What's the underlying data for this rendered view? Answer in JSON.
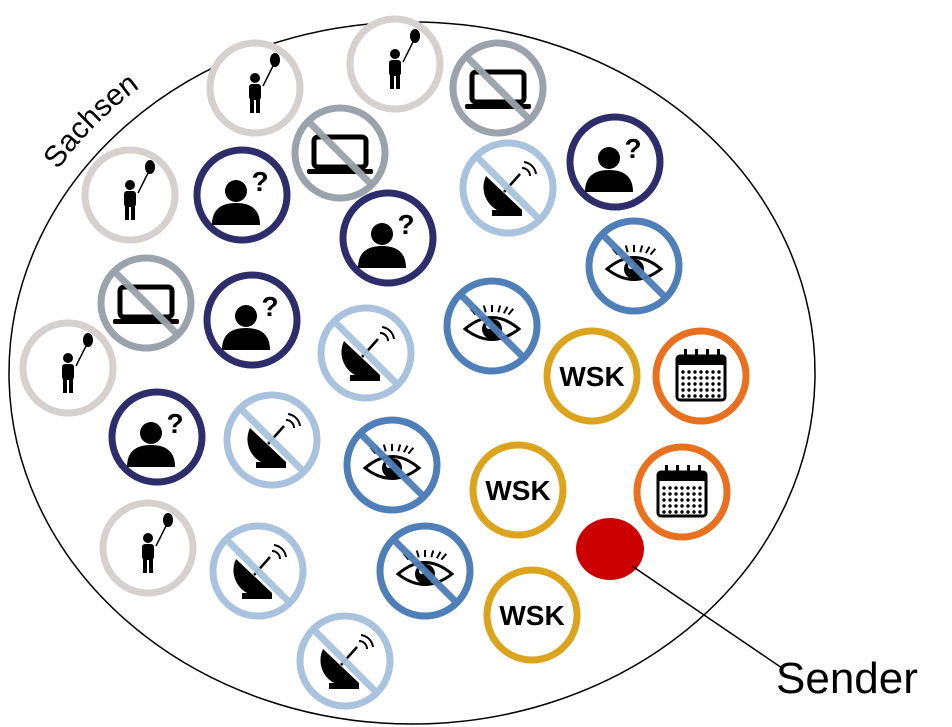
{
  "region_label": "Sachsen",
  "sender_label": "Sender",
  "wsk_text": "WSK",
  "icons": [
    {
      "type": "child-balloon"
    },
    {
      "type": "child-balloon"
    },
    {
      "type": "no-tv"
    },
    {
      "type": "child-balloon"
    },
    {
      "type": "unknown-person"
    },
    {
      "type": "no-tv"
    },
    {
      "type": "unknown-person"
    },
    {
      "type": "no-satellite"
    },
    {
      "type": "unknown-person"
    },
    {
      "type": "no-tv"
    },
    {
      "type": "no-visibility"
    },
    {
      "type": "unknown-person"
    },
    {
      "type": "child-balloon"
    },
    {
      "type": "no-satellite"
    },
    {
      "type": "no-visibility"
    },
    {
      "type": "wsk-badge"
    },
    {
      "type": "calendar"
    },
    {
      "type": "unknown-person"
    },
    {
      "type": "no-satellite"
    },
    {
      "type": "no-visibility"
    },
    {
      "type": "wsk-badge"
    },
    {
      "type": "calendar"
    },
    {
      "type": "child-balloon"
    },
    {
      "type": "no-satellite"
    },
    {
      "type": "no-visibility"
    },
    {
      "type": "wsk-badge"
    },
    {
      "type": "no-satellite"
    }
  ],
  "colors": {
    "child-balloon": "#d6d0cf",
    "no-tv": "#9aa3ab",
    "unknown-person": "#2e2d6b",
    "no-satellite": "#a9c3de",
    "no-visibility": "#4f7fb8",
    "wsk-badge": "#dca31d",
    "calendar": "#e8701e",
    "sender": "#cc0000"
  }
}
